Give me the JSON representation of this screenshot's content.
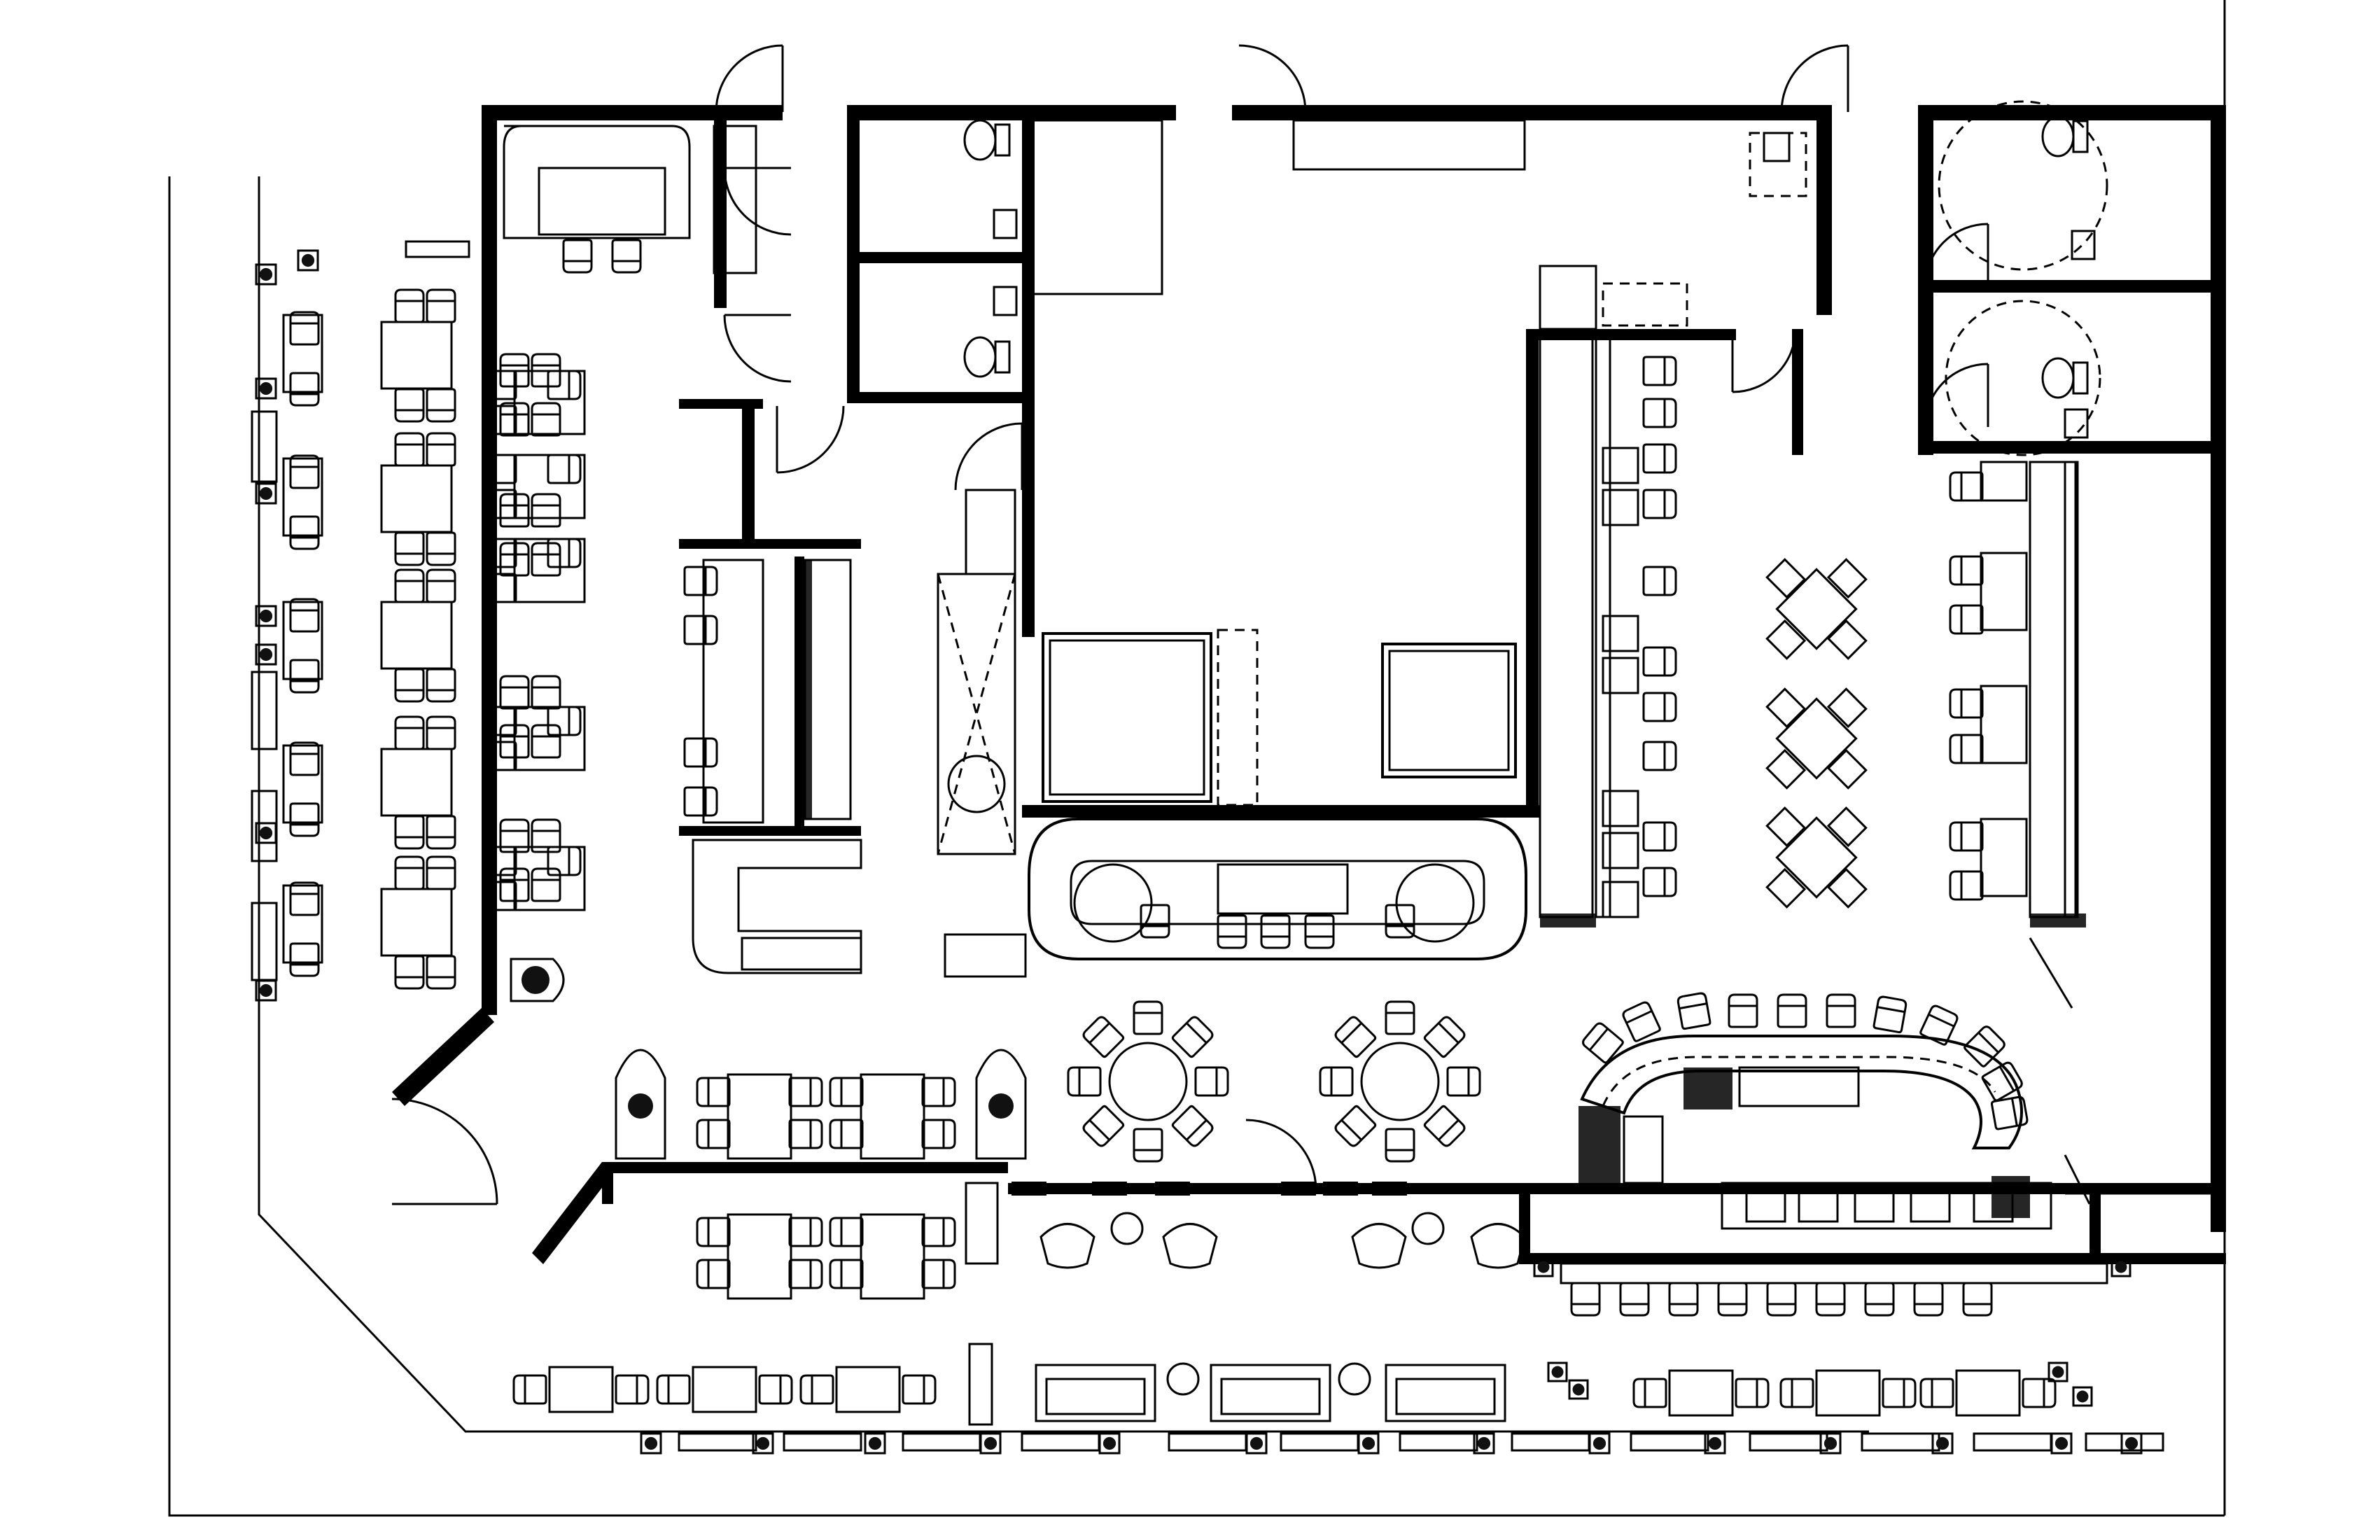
{
  "diagram": {
    "type": "floor-plan",
    "colors": {
      "ink": "#000000",
      "paper": "#ffffff"
    },
    "rooms": [
      {
        "id": "dining-west"
      },
      {
        "id": "restrooms-north"
      },
      {
        "id": "kitchen"
      },
      {
        "id": "service-bar"
      },
      {
        "id": "dining-east"
      },
      {
        "id": "restrooms-east"
      },
      {
        "id": "main-bar"
      },
      {
        "id": "lounge-south"
      }
    ]
  }
}
